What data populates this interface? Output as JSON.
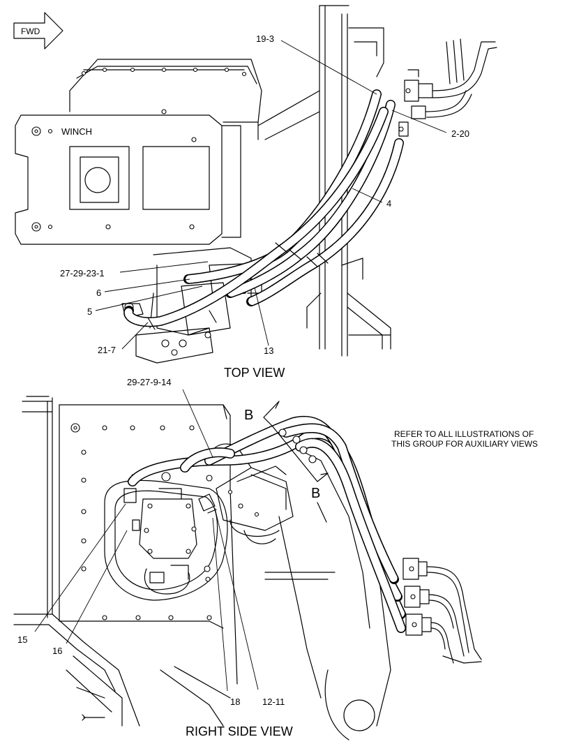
{
  "fwd_arrow": {
    "label": "FWD"
  },
  "winch_label": "WINCH",
  "views": {
    "top_title": "TOP VIEW",
    "side_title": "RIGHT SIDE VIEW"
  },
  "note": {
    "line1": "REFER TO ALL ILLUSTRATIONS OF",
    "line2": "THIS GROUP FOR AUXILIARY VIEWS"
  },
  "section_marker": {
    "letter": "B"
  },
  "callouts_top": [
    {
      "id": "19-3"
    },
    {
      "id": "2-20"
    },
    {
      "id": "4"
    },
    {
      "id": "27-29-23-1"
    },
    {
      "id": "6"
    },
    {
      "id": "5"
    },
    {
      "id": "21-7"
    },
    {
      "id": "13"
    }
  ],
  "callouts_side": [
    {
      "id": "29-27-9-14"
    },
    {
      "id": "15"
    },
    {
      "id": "16"
    },
    {
      "id": "18"
    },
    {
      "id": "12-11"
    }
  ],
  "icons": [
    "fwd-arrow-icon",
    "section-cut-icon",
    "bolt-hole-icon",
    "hydraulic-hose-icon",
    "hose-fitting-icon"
  ]
}
